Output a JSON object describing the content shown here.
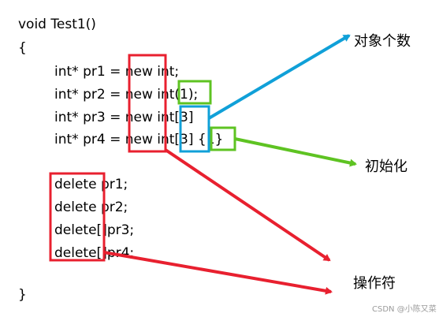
{
  "code": {
    "line1": "void Test1()",
    "line2": "{",
    "line3": "int* pr1 = new int;",
    "line4": "int* pr2 = new int(1);",
    "line5": "int* pr3 = new int[3]",
    "line6": "int* pr4 = new int[3] {1}",
    "line7": "delete pr1;",
    "line8": "delete pr2;",
    "line9": "delete[]pr3;",
    "line10": "delete[]pr4;",
    "line11": "}"
  },
  "annotations": {
    "object_count": "对象个数",
    "initialization": "初始化",
    "operator": "操作符"
  },
  "watermark": "CSDN @小陈又菜",
  "colors": {
    "red": "#e8202f",
    "blue": "#10a0d8",
    "green": "#5ec322"
  }
}
